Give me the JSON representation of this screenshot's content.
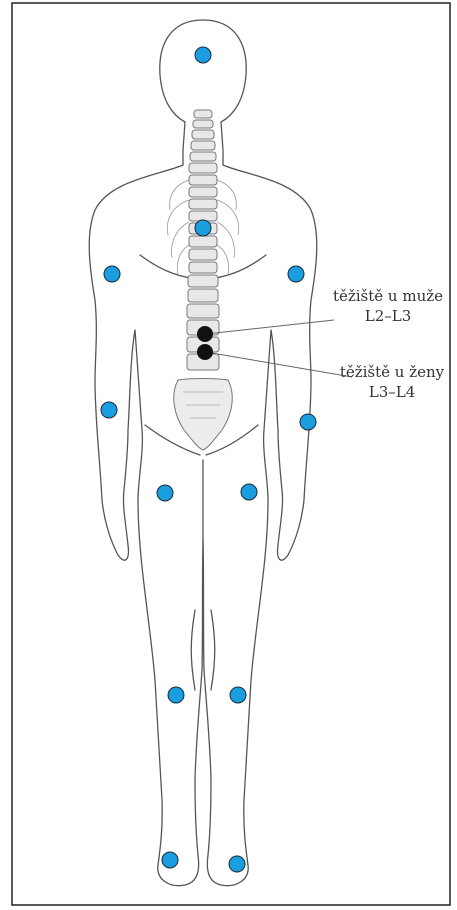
{
  "colors": {
    "marker": "#1a9ee0",
    "center_of_gravity": "#111111",
    "outline": "#555555",
    "frame": "#222222"
  },
  "labels": {
    "male": {
      "line1": "těžiště u muže",
      "line2": "L2–L3"
    },
    "female": {
      "line1": "těžiště u ženy",
      "line2": "L3–L4"
    }
  },
  "markers": [
    "head",
    "spine-upper",
    "right-upper-arm",
    "left-upper-arm",
    "right-forearm",
    "left-forearm",
    "right-thigh",
    "left-thigh",
    "right-knee",
    "left-knee",
    "right-foot",
    "left-foot"
  ],
  "centers_of_gravity": [
    "male",
    "female"
  ]
}
